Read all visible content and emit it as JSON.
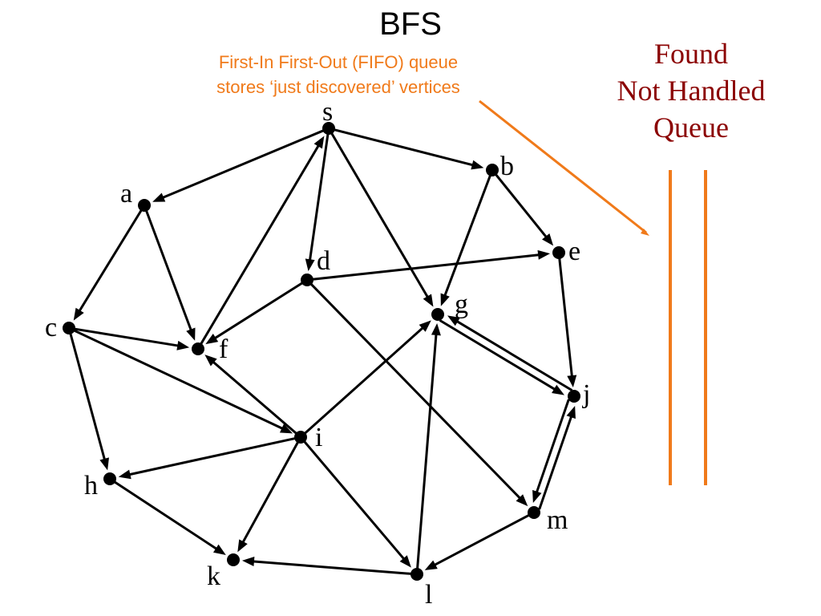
{
  "title": "BFS",
  "note": {
    "line1": "First-In First-Out (FIFO) queue",
    "line2": "stores ‘just discovered’ vertices",
    "color": "#f07a1a"
  },
  "queue_label": {
    "line1": "Found",
    "line2": "Not Handled",
    "line3": "Queue",
    "color": "#8b0000"
  },
  "graph": {
    "nodes": [
      {
        "id": "s",
        "label": "s"
      },
      {
        "id": "a",
        "label": "a"
      },
      {
        "id": "b",
        "label": "b"
      },
      {
        "id": "c",
        "label": "c"
      },
      {
        "id": "d",
        "label": "d"
      },
      {
        "id": "e",
        "label": "e"
      },
      {
        "id": "f",
        "label": "f"
      },
      {
        "id": "g",
        "label": "g"
      },
      {
        "id": "h",
        "label": "h"
      },
      {
        "id": "i",
        "label": "i"
      },
      {
        "id": "j",
        "label": "j"
      },
      {
        "id": "k",
        "label": "k"
      },
      {
        "id": "l",
        "label": "l"
      },
      {
        "id": "m",
        "label": "m"
      }
    ],
    "edges": [
      {
        "from": "s",
        "to": "a"
      },
      {
        "from": "s",
        "to": "b"
      },
      {
        "from": "s",
        "to": "d"
      },
      {
        "from": "s",
        "to": "g"
      },
      {
        "from": "f",
        "to": "s"
      },
      {
        "from": "a",
        "to": "c"
      },
      {
        "from": "a",
        "to": "f"
      },
      {
        "from": "b",
        "to": "e"
      },
      {
        "from": "b",
        "to": "g"
      },
      {
        "from": "c",
        "to": "f"
      },
      {
        "from": "c",
        "to": "h"
      },
      {
        "from": "c",
        "to": "i"
      },
      {
        "from": "d",
        "to": "e"
      },
      {
        "from": "d",
        "to": "f"
      },
      {
        "from": "d",
        "to": "m"
      },
      {
        "from": "e",
        "to": "j"
      },
      {
        "from": "g",
        "to": "j"
      },
      {
        "from": "j",
        "to": "g"
      },
      {
        "from": "i",
        "to": "f"
      },
      {
        "from": "i",
        "to": "g"
      },
      {
        "from": "i",
        "to": "h"
      },
      {
        "from": "i",
        "to": "k"
      },
      {
        "from": "i",
        "to": "l"
      },
      {
        "from": "h",
        "to": "k"
      },
      {
        "from": "l",
        "to": "k"
      },
      {
        "from": "l",
        "to": "g"
      },
      {
        "from": "m",
        "to": "l"
      },
      {
        "from": "j",
        "to": "m"
      },
      {
        "from": "m",
        "to": "j"
      }
    ]
  }
}
